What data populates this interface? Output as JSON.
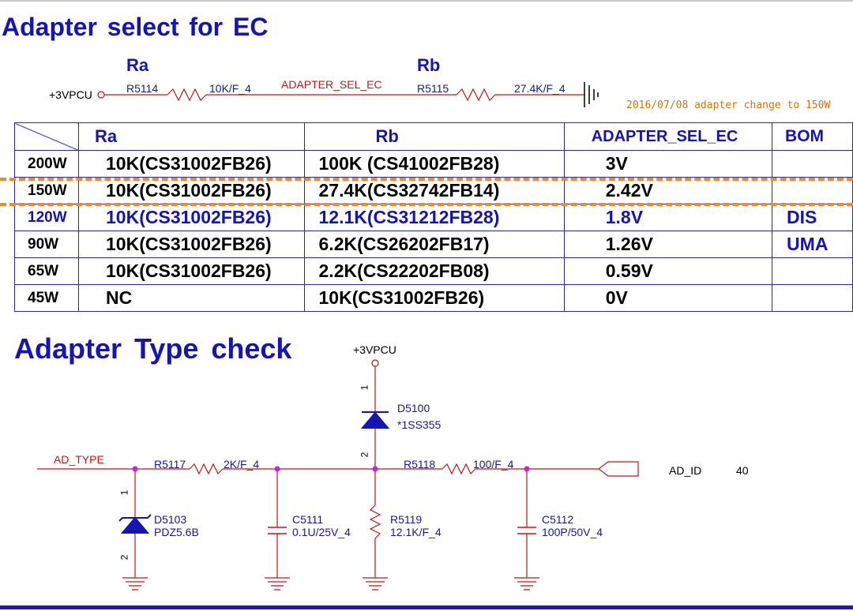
{
  "section1_title": "Adapter select for EC",
  "section2_title": "Adapter Type check",
  "top_circuit": {
    "ra_label": "Ra",
    "rb_label": "Rb",
    "supply": "+3VPCU",
    "r1_ref": "R5114",
    "r1_value": "10K/F_4",
    "net": "ADAPTER_SEL_EC",
    "r2_ref": "R5115",
    "r2_value": "27.4K/F_4",
    "note": "2016/07/08 adapter change to 150W"
  },
  "table": {
    "headers": [
      "Ra",
      "Rb",
      "ADAPTER_SEL_EC",
      "BOM"
    ],
    "rows": [
      {
        "watt": "200W",
        "ra": "10K(CS31002FB26)",
        "rb": "100K  (CS41002FB28)",
        "sel": "3V",
        "bom": ""
      },
      {
        "watt": "150W",
        "ra": "10K(CS31002FB26)",
        "rb": "27.4K(CS32742FB14)",
        "sel": "2.42V",
        "bom": ""
      },
      {
        "watt": "120W",
        "ra": "10K(CS31002FB26)",
        "rb": "12.1K(CS31212FB28)",
        "sel": "1.8V",
        "bom": "DIS"
      },
      {
        "watt": "90W",
        "ra": "10K(CS31002FB26)",
        "rb": "6.2K(CS26202FB17)",
        "sel": "1.26V",
        "bom": "UMA"
      },
      {
        "watt": "65W",
        "ra": "10K(CS31002FB26)",
        "rb": "2.2K(CS22202FB08)",
        "sel": "0.59V",
        "bom": ""
      },
      {
        "watt": "45W",
        "ra": "NC",
        "rb": "10K(CS31002FB26)",
        "sel": "0V",
        "bom": ""
      }
    ]
  },
  "bottom_circuit": {
    "supply": "+3VPCU",
    "d5100_ref": "D5100",
    "d5100_value": "*1SS355",
    "net_in": "AD_TYPE",
    "r5117_ref": "R5117",
    "r5117_value": "2K/F_4",
    "r5118_ref": "R5118",
    "r5118_value": "100/F_4",
    "port_name": "AD_ID",
    "port_page": "40",
    "d5103_ref": "D5103",
    "d5103_value": "PDZ5.6B",
    "c5111_ref": "C5111",
    "c5111_value": "0.1U/25V_4",
    "r5119_ref": "R5119",
    "r5119_value": "12.1K/F_4",
    "c5112_ref": "C5112",
    "c5112_value": "100P/50V_4",
    "pin1": "1",
    "pin2": "2"
  },
  "colors": {
    "title": "#1515b5",
    "wire": "#c01818",
    "junction": "#d020d0",
    "diode": "#1515b5",
    "highlight": "#f08c1c"
  }
}
